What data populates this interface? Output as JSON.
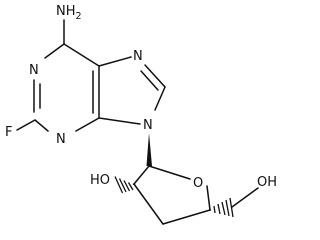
{
  "molecule": {
    "atoms": {
      "amine_N": "N",
      "amine_H": "H",
      "amine_sub": "2",
      "n1": "N",
      "n3": "N",
      "n7": "N",
      "n9": "N",
      "fluorine": "F",
      "ring_oxygen": "O",
      "hydroxyl_2": "HO",
      "hydroxyl_5": "OH"
    }
  }
}
